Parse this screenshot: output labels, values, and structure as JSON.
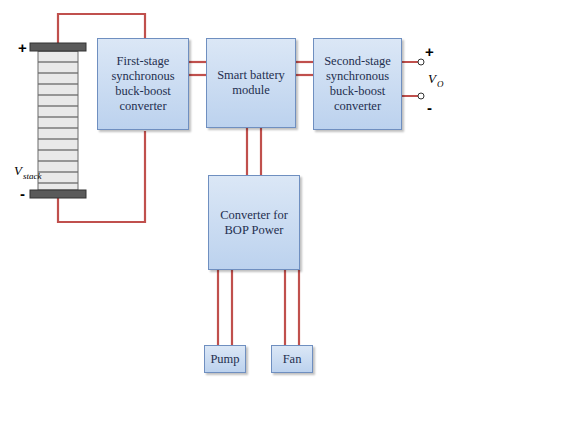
{
  "diagram": {
    "nodes": [
      {
        "text": [
          "First-stage synchronous buck-boost converter"
        ]
      },
      {
        "text": [
          "Smart battery module"
        ]
      },
      {
        "text": [
          "Second-stage synchronous buck-boost converter"
        ]
      },
      {
        "text": [
          "Converter for BOP Power"
        ]
      },
      {
        "text": [
          "Pump"
        ]
      },
      {
        "text": [
          "Fan"
        ]
      }
    ],
    "edges": [
      {
        "from": 0,
        "to": 1,
        "arrow": "none"
      },
      {
        "from": 1,
        "to": 2,
        "arrow": "none"
      },
      {
        "from": 1,
        "to": 3,
        "arrow": "none"
      },
      {
        "from": 3,
        "to": 4,
        "arrow": "none"
      },
      {
        "from": 3,
        "to": 5,
        "arrow": "none"
      }
    ],
    "labels": [
      "+",
      "-",
      "V",
      "stack",
      "+",
      "V",
      "O",
      "-"
    ]
  }
}
